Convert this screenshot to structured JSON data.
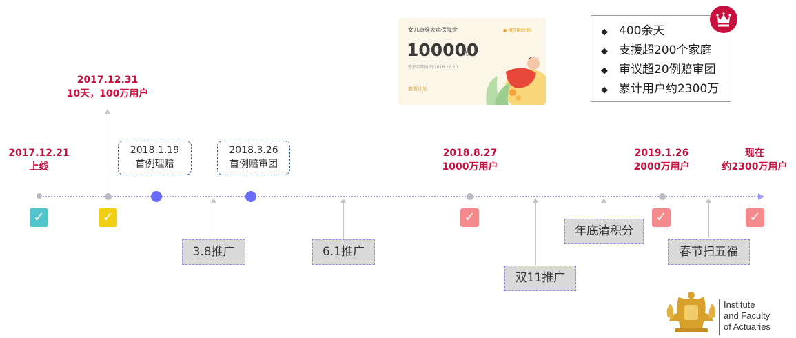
{
  "milestones": [
    {
      "date": "2017.12.21",
      "text": "上线"
    },
    {
      "date": "2017.12.31",
      "text": "10天，100万用户"
    },
    {
      "date": "2018.8.27",
      "text": "1000万用户"
    },
    {
      "date": "2019.1.26",
      "text": "2000万用户"
    },
    {
      "date": "现在",
      "text": "约2300万用户"
    }
  ],
  "events": [
    {
      "date": "2018.1.19",
      "text": "首例理赔"
    },
    {
      "date": "2018.3.26",
      "text": "首例赔审团"
    }
  ],
  "promotions": [
    "3.8推广",
    "6.1推广",
    "双11推广",
    "年底清积分",
    "春节扫五福"
  ],
  "check_symbol": "✓",
  "card": {
    "title": "女儿康维大病保障金",
    "amount": "100000",
    "unit": "元",
    "subtitle": "守护到期时间 2018.12.20",
    "footer": "查看计划",
    "badge": "● 相互保(大病)"
  },
  "stats": {
    "bullet": "◆",
    "items": [
      "400余天",
      "支援超200个家庭",
      "审议超20例赔审团",
      "累计用户约2300万"
    ]
  },
  "logo": {
    "lines": [
      "Institute",
      "and Faculty",
      "of Actuaries"
    ]
  },
  "colors": {
    "highlight": "#c8103e",
    "teal": "#53c4c9",
    "yellow": "#f2cf14",
    "pink": "#f48a8c",
    "axis": "#9e9cf0"
  }
}
